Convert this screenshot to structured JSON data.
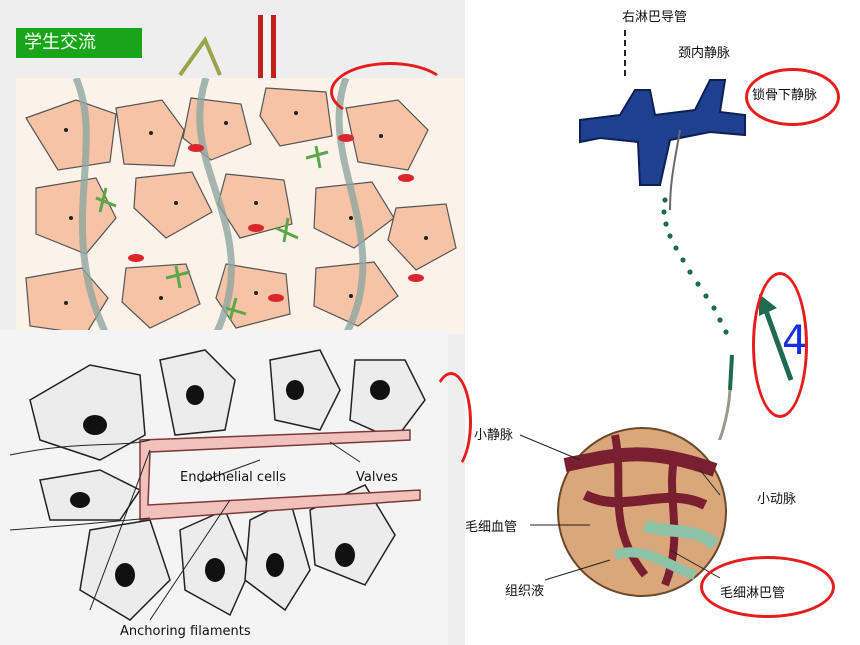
{
  "badge": {
    "text": "学生交流"
  },
  "upper_diagram": {
    "labels": {
      "right_lymph_duct": "右淋巴导管",
      "internal_jugular": "颈内静脉",
      "subclavian": "锁骨下静脉",
      "arrow_number": "4"
    }
  },
  "lower_diagram": {
    "labels": {
      "venule": "小静脉",
      "arteriole": "小动脉",
      "capillary": "毛细血管",
      "tissue_fluid": "组织液",
      "lymph_capillary": "毛细淋巴管"
    }
  },
  "micro_diagram": {
    "labels": {
      "endothelial": "Endothelial cells",
      "valves": "Valves",
      "anchoring": "Anchoring filaments"
    }
  },
  "colors": {
    "badge_green": "#19a519",
    "vein_blue": "#1f3f8f",
    "lymph_green": "#1e6b4f",
    "circle_red": "#e51d1d",
    "arrow_number_blue": "#1530e0"
  }
}
